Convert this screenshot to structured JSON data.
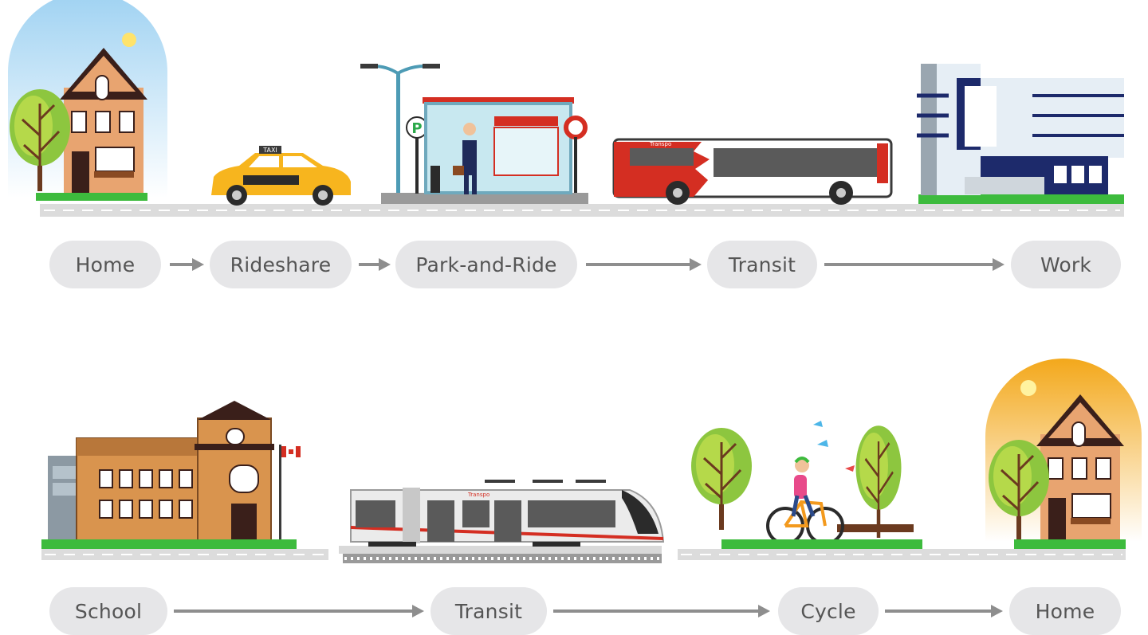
{
  "route_1": {
    "nodes": [
      "Home",
      "Rideshare",
      "Park-and-Ride",
      "Transit",
      "Work"
    ]
  },
  "route_2": {
    "nodes": [
      "School",
      "Transit",
      "Cycle",
      "Home"
    ]
  },
  "signage": {
    "taxi": "TAXI",
    "parking": "P",
    "bus_brand": "Transpo",
    "train_brand": "Transpo"
  },
  "colors": {
    "pill_bg": "#e6e6e8",
    "pill_text": "#555555",
    "arrow": "#8e8e8e",
    "grass": "#3dbb3d",
    "road": "#dcdcdc",
    "bus_red": "#d42e22",
    "house_wall": "#e8a470",
    "roof": "#3a1f1a",
    "tree": "#8dc63f",
    "taxi": "#f7b51e",
    "shelter": "#c8e8f0",
    "office_navy": "#1d2a6b",
    "school": "#d9944e",
    "sunset": "#f3a81b",
    "sky": "#bfe3f7"
  }
}
